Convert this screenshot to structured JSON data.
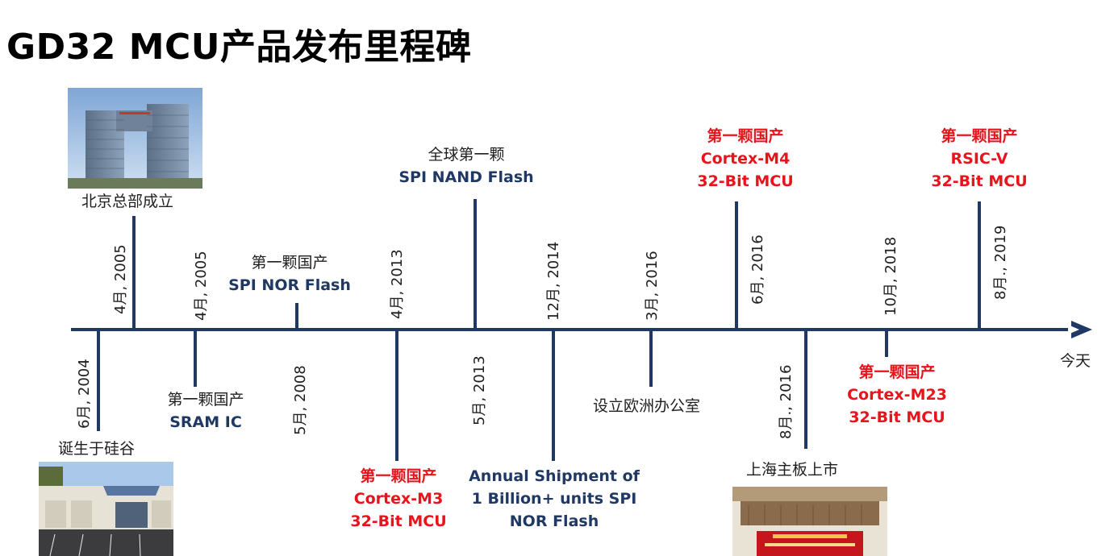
{
  "title": "GD32 MCU产品发布里程碑",
  "today": "今天",
  "dates": {
    "d1": "4月, 2005",
    "d2": "4月, 2005",
    "d3": "4月, 2013",
    "d4": "12月, 2014",
    "d5": "3月, 2016",
    "d6": "6月, 2016",
    "d7": "10月, 2018",
    "d8": "8月., 2019",
    "d9": "6月, 2004",
    "d10": "5月, 2008",
    "d11": "5月, 2013",
    "d12": "8月., 2016"
  },
  "labels": {
    "beijing": "北京总部成立",
    "spi_nor_1": "第一颗国产",
    "spi_nor_2": "SPI NOR Flash",
    "nand_1": "全球第一颗",
    "nand_2": "SPI NAND Flash",
    "m4_1": "第一颗国产",
    "m4_2": "Cortex-M4",
    "m4_3": "32-Bit MCU",
    "rv_1": "第一颗国产",
    "rv_2": "RSIC-V",
    "rv_3": "32-Bit MCU",
    "silicon": "诞生于硅谷",
    "sram_1": "第一颗国产",
    "sram_2": "SRAM IC",
    "m3_1": "第一颗国产",
    "m3_2": "Cortex-M3",
    "m3_3": "32-Bit MCU",
    "ship_1": "Annual Shipment of",
    "ship_2": "1 Billion+ units SPI",
    "ship_3": "NOR Flash",
    "europe": "设立欧洲办公室",
    "listing": "上海主板上市",
    "m23_1": "第一颗国产",
    "m23_2": "Cortex-M23",
    "m23_3": "32-Bit MCU"
  },
  "colors": {
    "axis": "#1f3864",
    "highlight": "#e8131b",
    "text": "#1f3864"
  }
}
